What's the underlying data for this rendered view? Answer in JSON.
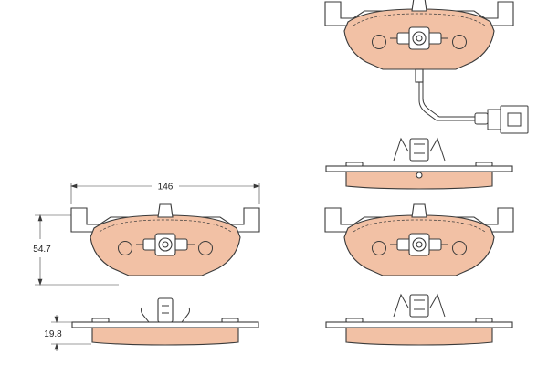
{
  "dimensions": {
    "width_label": "146",
    "height_label": "54.7",
    "thickness_label": "19.8"
  },
  "colors": {
    "friction_material": "#f2c1a5",
    "outline": "#3a3a3a",
    "background": "#ffffff"
  }
}
